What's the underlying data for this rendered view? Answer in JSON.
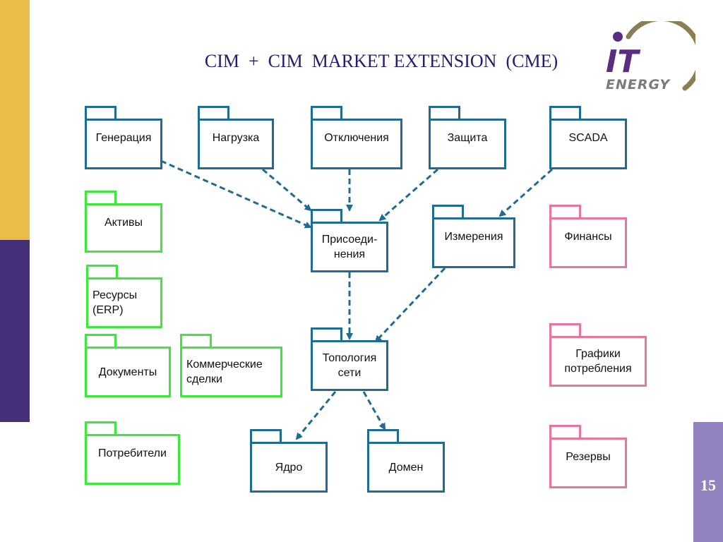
{
  "title": "CIM  +  CIM  MARKET EXTENSION  (CME)",
  "page_number": "15",
  "logo": {
    "text_it": "IT",
    "text_energy": "ENERGY"
  },
  "colors": {
    "core": "#1f6b93",
    "asset": "#3ee83a",
    "market": "#e8769c",
    "title": "#241c6e",
    "accent_yellow": "#e8bd4a",
    "accent_purple": "#433078"
  },
  "packages": {
    "generation": "Генерация",
    "load": "Нагрузка",
    "outages": "Отключения",
    "protection": "Защита",
    "scada": "SCADA",
    "assets": "Активы",
    "connectivity": "Присоеди-\nнения",
    "meas": "Измерения",
    "finance": "Финансы",
    "erp": "Ресурсы\n(ERP)",
    "documents": "Документы",
    "deals": "Коммерческие\nсделки",
    "topology": "Топология\nсети",
    "schedules": "Графики\nпотребления",
    "consumers": "Потребители",
    "core": "Ядро",
    "domain": "Домен",
    "reserves": "Резервы"
  }
}
